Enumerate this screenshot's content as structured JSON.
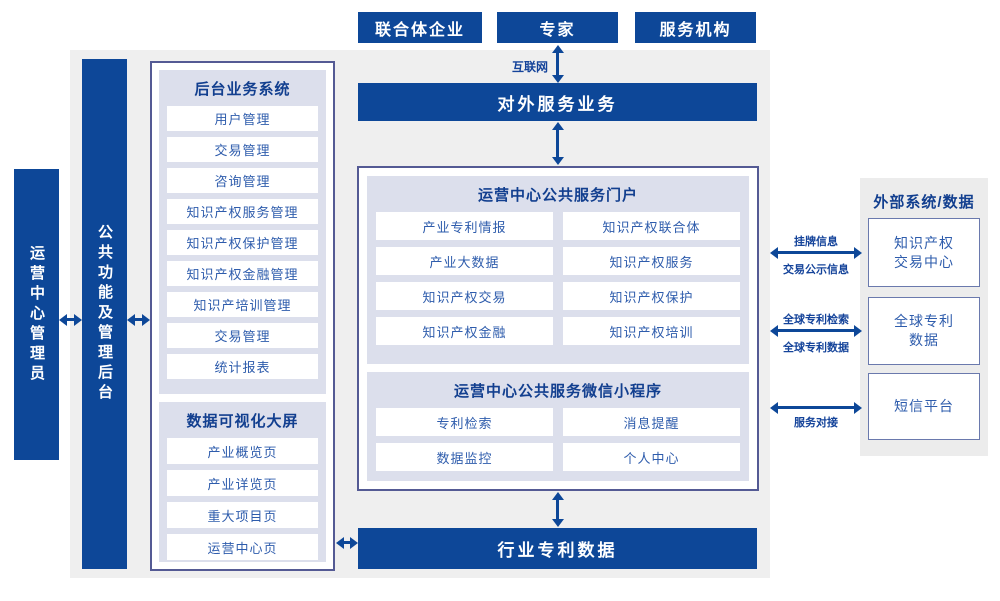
{
  "colors": {
    "primary_blue": "#0d4798",
    "panel_gray": "#efefef",
    "section_lavender": "#dcdfec",
    "outer_border": "#545a94",
    "item_text_blue": "#2e5cac"
  },
  "actors": [
    "联合体企业",
    "专家",
    "服务机构"
  ],
  "labels": {
    "internet": "互联网",
    "external_service": "对外服务业务",
    "industry_data": "行业专利数据"
  },
  "left_bars": {
    "admin": "运营中心管理员",
    "backend": "公共功能及管理后台"
  },
  "backend_system": {
    "title": "后台业务系统",
    "items": [
      "用户管理",
      "交易管理",
      "咨询管理",
      "知识产权服务管理",
      "知识产权保护管理",
      "知识产权金融管理",
      "知识产培训管理",
      "交易管理",
      "统计报表"
    ]
  },
  "dashboard": {
    "title": "数据可视化大屏",
    "items": [
      "产业概览页",
      "产业详览页",
      "重大项目页",
      "运营中心页"
    ]
  },
  "portal": {
    "title": "运营中心公共服务门户",
    "items": [
      "产业专利情报",
      "知识产权联合体",
      "产业大数据",
      "知识产权服务",
      "知识产权交易",
      "知识产权保护",
      "知识产权金融",
      "知识产权培训"
    ]
  },
  "miniprogram": {
    "title": "运营中心公共服务微信小程序",
    "items": [
      "专利检索",
      "消息提醒",
      "数据监控",
      "个人中心"
    ]
  },
  "external": {
    "title": "外部系统/数据",
    "systems": [
      "知识产权\n交易中心",
      "全球专利\n数据",
      "短信平台"
    ],
    "link1_top": "挂牌信息",
    "link1_bottom": "交易公示信息",
    "link2_top": "全球专利检索",
    "link2_bottom": "全球专利数据",
    "link3_bottom": "服务对接"
  }
}
